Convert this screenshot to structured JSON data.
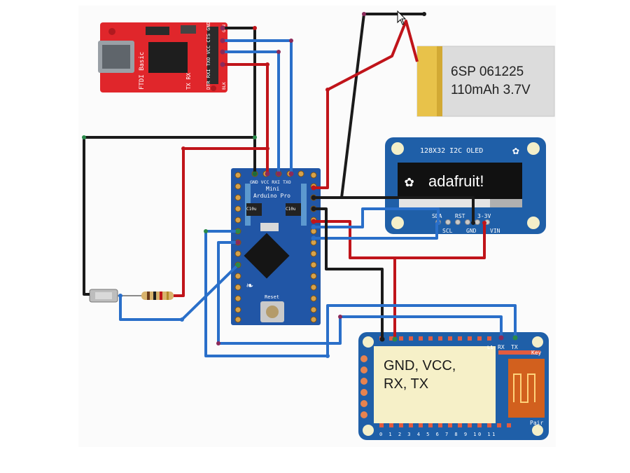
{
  "ftdi": {
    "label": "FTDI Basic",
    "tx_rx": "TX RX",
    "pins": "DTR RXI TXO VCC CTS GND",
    "blk": "BLK",
    "grn": "GRN"
  },
  "battery": {
    "line1": "6SP 061225",
    "line2": "110mAh 3.7V"
  },
  "oled": {
    "title": "128X32 I2C OLED",
    "brand": "adafruit!",
    "pin_sda": "SDA",
    "pin_rst": "RST",
    "pin_33": "3-3V",
    "pin_scl": "SCL",
    "pin_gnd": "GND",
    "pin_vin": "VIN"
  },
  "arduino": {
    "top_pins": "GND VCC RXI TXO",
    "name_line1": "Mini",
    "name_line2": "Arduino Pro",
    "cap1": "C10u",
    "cap2": "C10u",
    "reset": "Reset"
  },
  "hm10": {
    "note": "GND, VCC,\nRX, TX",
    "pin_rx": "RX",
    "pin_tx": "TX",
    "key": "Key",
    "pair": "Pair",
    "l1": "L1",
    "bottom_nums": "0 1 2 3 4 5 6 7 8 9 10 11"
  },
  "colors": {
    "wire_black": "#1a1a1a",
    "wire_red": "#c0141a",
    "wire_blue": "#2a6fc9",
    "ftdi_red": "#e0262b",
    "arduino_blue": "#2156a6",
    "oled_blue": "#1f5fa8",
    "battery_gold": "#e8c24a"
  }
}
